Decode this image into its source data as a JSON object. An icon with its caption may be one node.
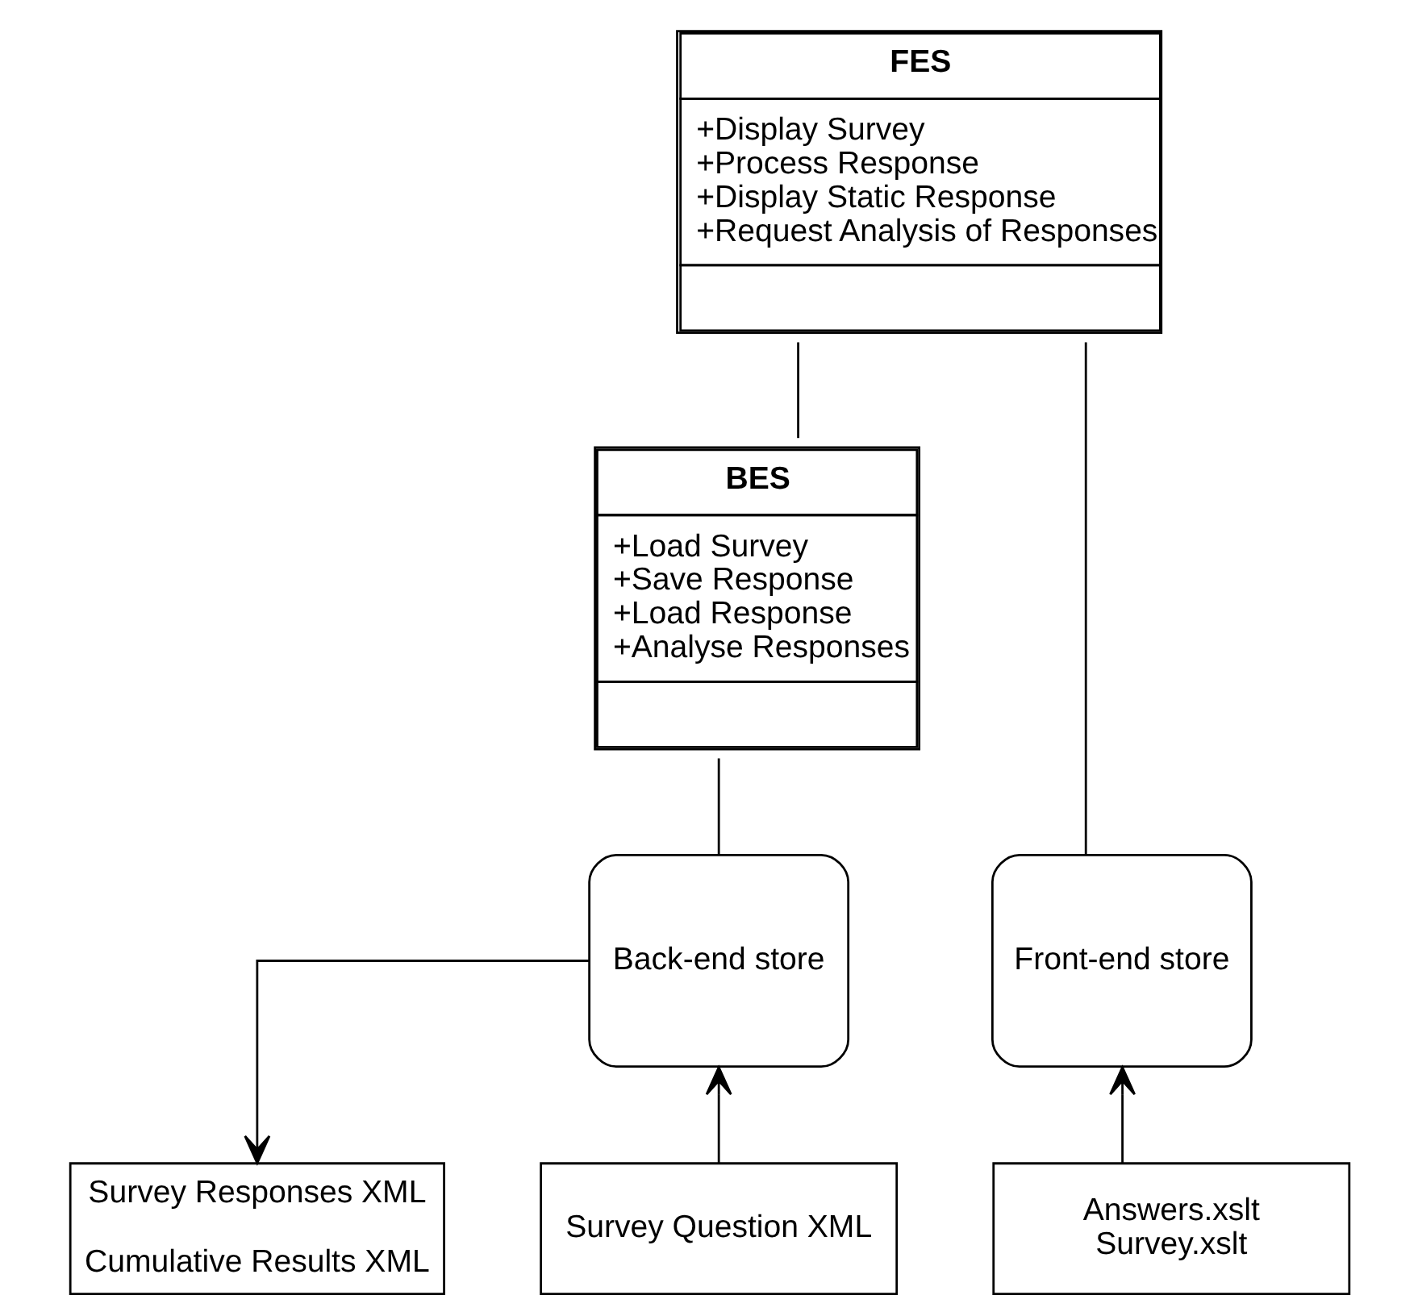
{
  "diagram": {
    "nodes": [
      {
        "text": [
          "FES",
          "+Display Survey",
          "+Process Response",
          "+Display Static Response",
          "+Request Analysis of Responses"
        ]
      },
      {
        "text": [
          "BES",
          "+Load Survey",
          "+Save Response",
          "+Load Response",
          "+Analyse Responses"
        ]
      },
      {
        "text": [
          "Back-end store"
        ]
      },
      {
        "text": [
          "Front-end store"
        ]
      },
      {
        "text": [
          "Survey Question XML"
        ]
      },
      {
        "text": [
          "Survey Responses XML",
          "Cumulative Results XML"
        ]
      },
      {
        "text": [
          "Answers.xslt",
          "Survey.xslt"
        ]
      }
    ],
    "edges": [
      {
        "from": 0,
        "to": 1,
        "arrow": "none"
      },
      {
        "from": 1,
        "to": 2,
        "arrow": "none"
      },
      {
        "from": 0,
        "to": 3,
        "arrow": "none"
      },
      {
        "from": 4,
        "to": 2,
        "arrow": "to"
      },
      {
        "from": 2,
        "to": 5,
        "arrow": "to"
      },
      {
        "from": 6,
        "to": 3,
        "arrow": "to"
      }
    ]
  }
}
